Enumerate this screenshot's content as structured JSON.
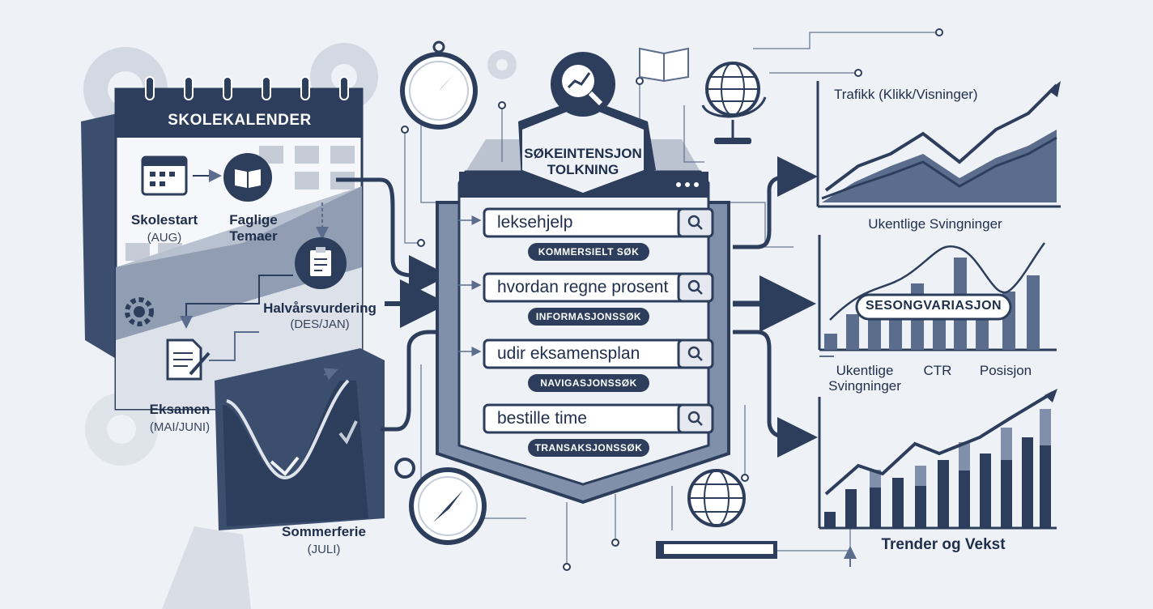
{
  "calendar": {
    "title": "SKOLEKALENDER",
    "skolestart": {
      "label": "Skolestart",
      "sub": "(AUG)"
    },
    "faglige": {
      "line1": "Faglige",
      "line2": "Temaer"
    },
    "halvar": {
      "label": "Halvårsvurdering",
      "sub": "(DES/JAN)"
    },
    "eksamen": {
      "label": "Eksamen",
      "sub": "(MAI/JUNI)"
    },
    "sommer": {
      "label": "Sommerferie",
      "sub": "(JULI)"
    }
  },
  "center": {
    "title_line1": "SØKEINTENSJON",
    "title_line2": "TOLKNING",
    "queries": [
      {
        "text": "leksehjelp",
        "tag": "KOMMERSIELT SØK"
      },
      {
        "text": "hvordan regne prosent",
        "tag": "INFORMASJONSSØK"
      },
      {
        "text": "udir eksamensplan",
        "tag": "NAVIGASJONSSØK"
      },
      {
        "text": "bestille time",
        "tag": "TRANSAKSJONSSØK"
      }
    ]
  },
  "charts": {
    "top": {
      "title": "Trafikk (Klikk/Visninger)",
      "caption": "Ukentlige Svingninger"
    },
    "middle": {
      "badge": "SESONGVARIASJON",
      "label1_line1": "Ukentlige",
      "label1_line2": "Svingninger",
      "label2": "CTR",
      "label3": "Posisjon"
    },
    "bottom": {
      "caption": "Trender og Vekst"
    }
  },
  "colors": {
    "navy": "#2c3e5c",
    "mid": "#5b6d8c",
    "light": "#c5ccd8",
    "bg": "#eef1f6"
  },
  "icons": [
    "gear-icon",
    "calendar-icon",
    "book-icon",
    "clipboard-icon",
    "document-icon",
    "compass-icon",
    "globe-icon",
    "magnifier-chart-icon",
    "search-icon",
    "checkmark-icon"
  ]
}
